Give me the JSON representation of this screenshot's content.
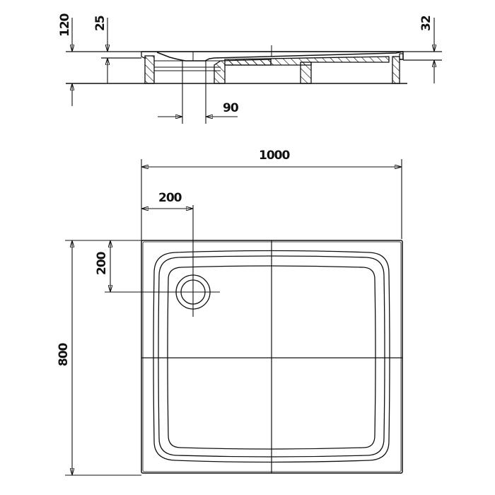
{
  "drawing": {
    "type": "technical-drawing",
    "subject": "rectangular shower tray with drain",
    "line_color": "#111111",
    "background": "#ffffff"
  },
  "section_view": {
    "dimensions": {
      "total_height": "120",
      "rim_height": "25",
      "drain_diameter": "90",
      "right_edge_height": "32"
    }
  },
  "plan_view": {
    "dimensions": {
      "width": "1000",
      "depth": "800",
      "drain_offset_x": "200",
      "drain_offset_y": "200"
    }
  }
}
